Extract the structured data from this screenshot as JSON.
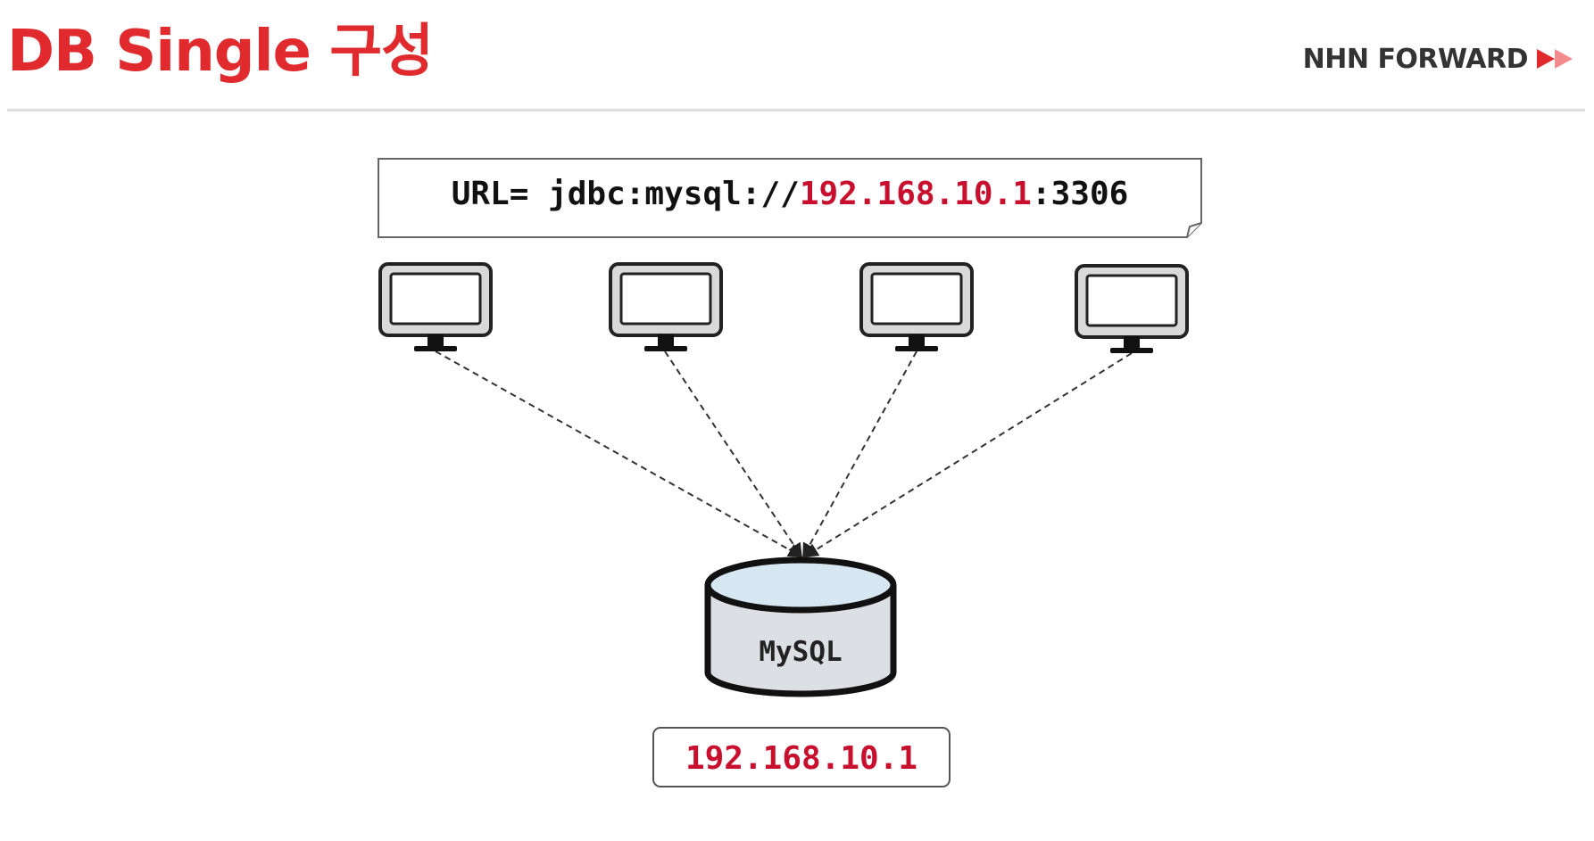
{
  "header": {
    "title": "DB Single 구성",
    "brand": "NHN FORWARD",
    "colors": {
      "accent": "#e02a2e",
      "brand_text": "#333333",
      "divider": "#dddddd"
    }
  },
  "diagram": {
    "url_note": {
      "prefix": "URL= jdbc:mysql://",
      "host": "192.168.10.1",
      "suffix": ":3306"
    },
    "clients": [
      {
        "icon": "monitor-icon"
      },
      {
        "icon": "monitor-icon"
      },
      {
        "icon": "monitor-icon"
      },
      {
        "icon": "monitor-icon"
      }
    ],
    "database": {
      "label": "MySQL",
      "icon": "database-icon"
    },
    "db_address": "192.168.10.1",
    "colors": {
      "highlight": "#c8102e",
      "db_body": "#dcdfe3",
      "db_top": "#d6e7f2",
      "monitor_frame": "#d9d9d9"
    }
  }
}
